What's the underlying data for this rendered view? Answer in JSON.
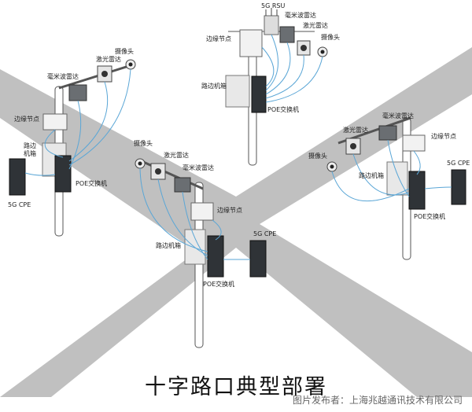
{
  "title": "十字路口典型部署",
  "credit": "图片发布者：上海兆越通讯技术有限公司",
  "labels": {
    "rsu_5g": "5G RSU",
    "mmwave_radar": "毫米波雷达",
    "lidar": "激光雷达",
    "camera": "摄像头",
    "edge_node": "边缘节点",
    "roadside_cabinet": "路边机箱",
    "roadside_cabinet_wrapped": [
      "路边",
      "机箱"
    ],
    "poe_switch": "POE交换机",
    "cpe_5g": "5G CPE"
  },
  "colors": {
    "road": "#bfbfbf",
    "pole": "#ffffff",
    "cable": "#5aa6d6"
  }
}
